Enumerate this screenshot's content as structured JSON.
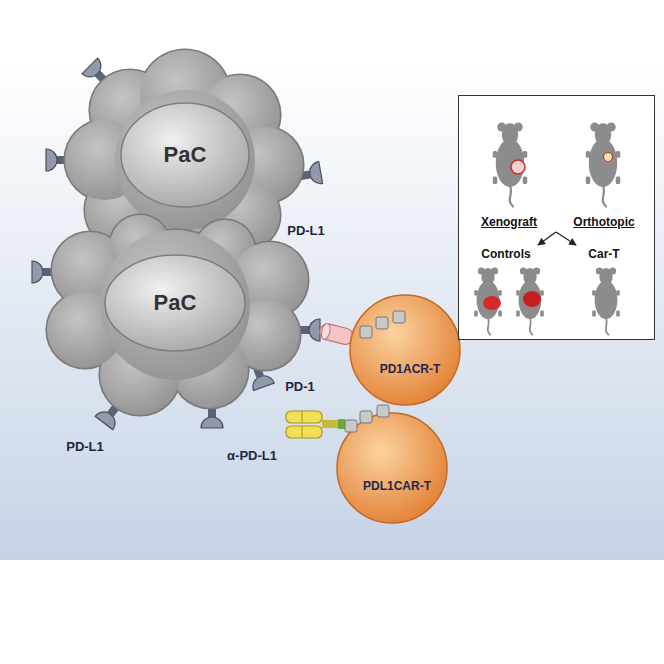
{
  "diagram": {
    "nodes": [
      {
        "text": [
          "PaC"
        ]
      },
      {
        "text": [
          "PaC"
        ]
      },
      {
        "text": [
          "PD1ACR-T"
        ]
      },
      {
        "text": [
          "PDL1CAR-T"
        ]
      },
      {
        "text": [
          "Xenograft",
          "Orthotopic",
          "Controls",
          "Car-T"
        ]
      }
    ],
    "labels": [
      "PD-L1",
      "PD-L1",
      "PD-1",
      "α-PD-L1"
    ]
  }
}
